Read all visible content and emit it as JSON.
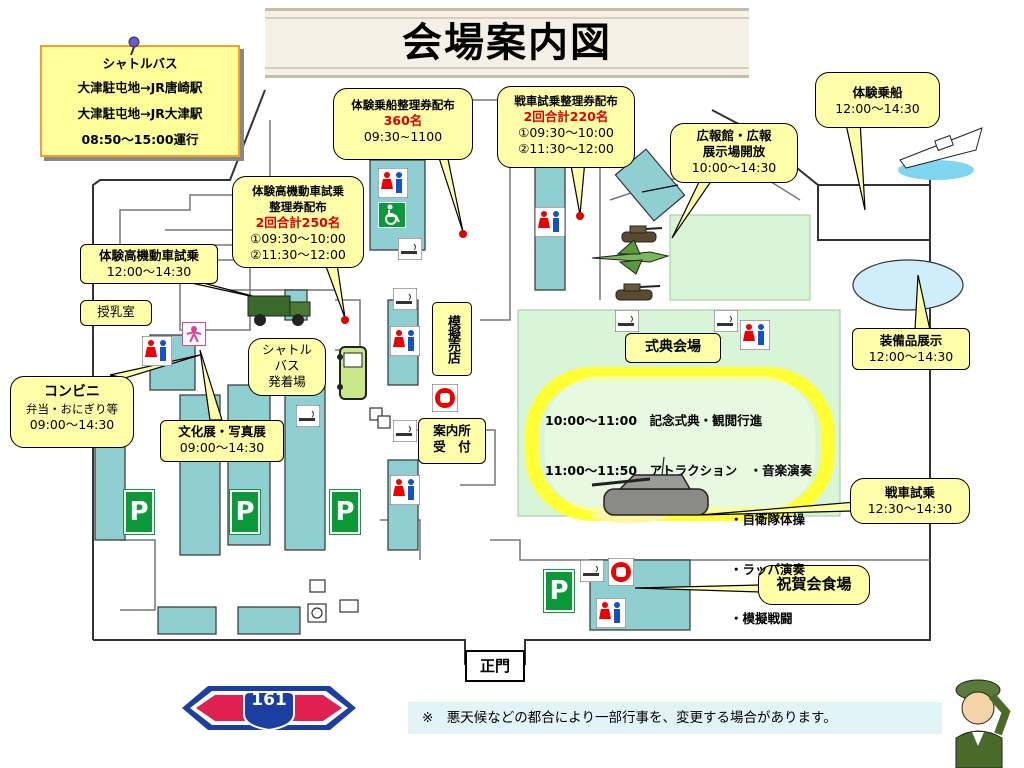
{
  "title": "会場案内図",
  "shuttle": {
    "heading": "シャトルバス",
    "route1": "大津駐屯地→JR唐崎駅",
    "route2": "大津駐屯地→JR大津駅",
    "hours": "08:50～15:00運行"
  },
  "callouts": {
    "boat_ticket": {
      "line1": "体験乗船整理券配布",
      "count": "360名",
      "time": "09:30~1100"
    },
    "tank_ticket": {
      "line1": "戦車試乗整理券配布",
      "count": "2回合計220名",
      "time1": "①09:30～10:00",
      "time2": "②11:30～12:00"
    },
    "vehicle_ticket": {
      "line1": "体験高機動車試乗",
      "line2": "整理券配布",
      "count": "2回合計250名",
      "time1": "①09:30～10:00",
      "time2": "②11:30～12:00"
    },
    "pr_hall": {
      "line1": "広報館・広報",
      "line2": "展示場開放",
      "time": "10:00～14:30"
    },
    "boat": {
      "line1": "体験乗船",
      "time": "12:00～14:30"
    },
    "vehicle_ride": {
      "line1": "体験高機動車試乗",
      "time": "12:00～14:30"
    },
    "nursing": {
      "label": "授乳室"
    },
    "shuttle_stop": {
      "line1": "シャトル",
      "line2": "バス",
      "line3": "発着場"
    },
    "conbini": {
      "line1": "コンビニ",
      "line2": "弁当・おにぎり等",
      "time": "09:00～14:30"
    },
    "culture": {
      "line1": "文化展・写真展",
      "time": "09:00～14:30"
    },
    "model_shop": {
      "label": "模擬売店"
    },
    "info": {
      "line1": "案内所",
      "line2": "受　付"
    },
    "ceremony": {
      "label": "式典会場"
    },
    "equipment": {
      "line1": "装備品展示",
      "time": "12:00～14:30"
    },
    "tank_ride": {
      "line1": "戦車試乗",
      "time": "12:30～14:30"
    },
    "party": {
      "label": "祝賀会食場"
    }
  },
  "program": {
    "row1": "10:00～11:00　記念式典・観閲行進",
    "row2": "11:00～11:50　アトラクション　・音楽演奏",
    "row3": "・自衛隊体操",
    "row4": "・ラッパ演奏",
    "row5": "・模擬戦闘"
  },
  "parking": {
    "label": "P"
  },
  "gate": {
    "label": "正門"
  },
  "route_sign": {
    "number": "161"
  },
  "note": {
    "text": "※　悪天候などの都合により一部行事を、変更する場合があります。"
  },
  "colors": {
    "building": "#8fcfd2",
    "callout": "#ffffaa",
    "parking": "#0a9a3a",
    "field": "#d8f5d8",
    "track": "#ffff33",
    "route_sign": "#e02050",
    "route_blue": "#1a3fa0"
  },
  "icons": [
    "restroom-icon",
    "wheelchair-icon",
    "smoking-icon",
    "no-entry-hand-icon",
    "baby-icon",
    "truck-icon",
    "bus-icon",
    "tank-icon",
    "jet-icon",
    "ship-icon",
    "pushpin-icon",
    "saluting-soldier-icon"
  ]
}
